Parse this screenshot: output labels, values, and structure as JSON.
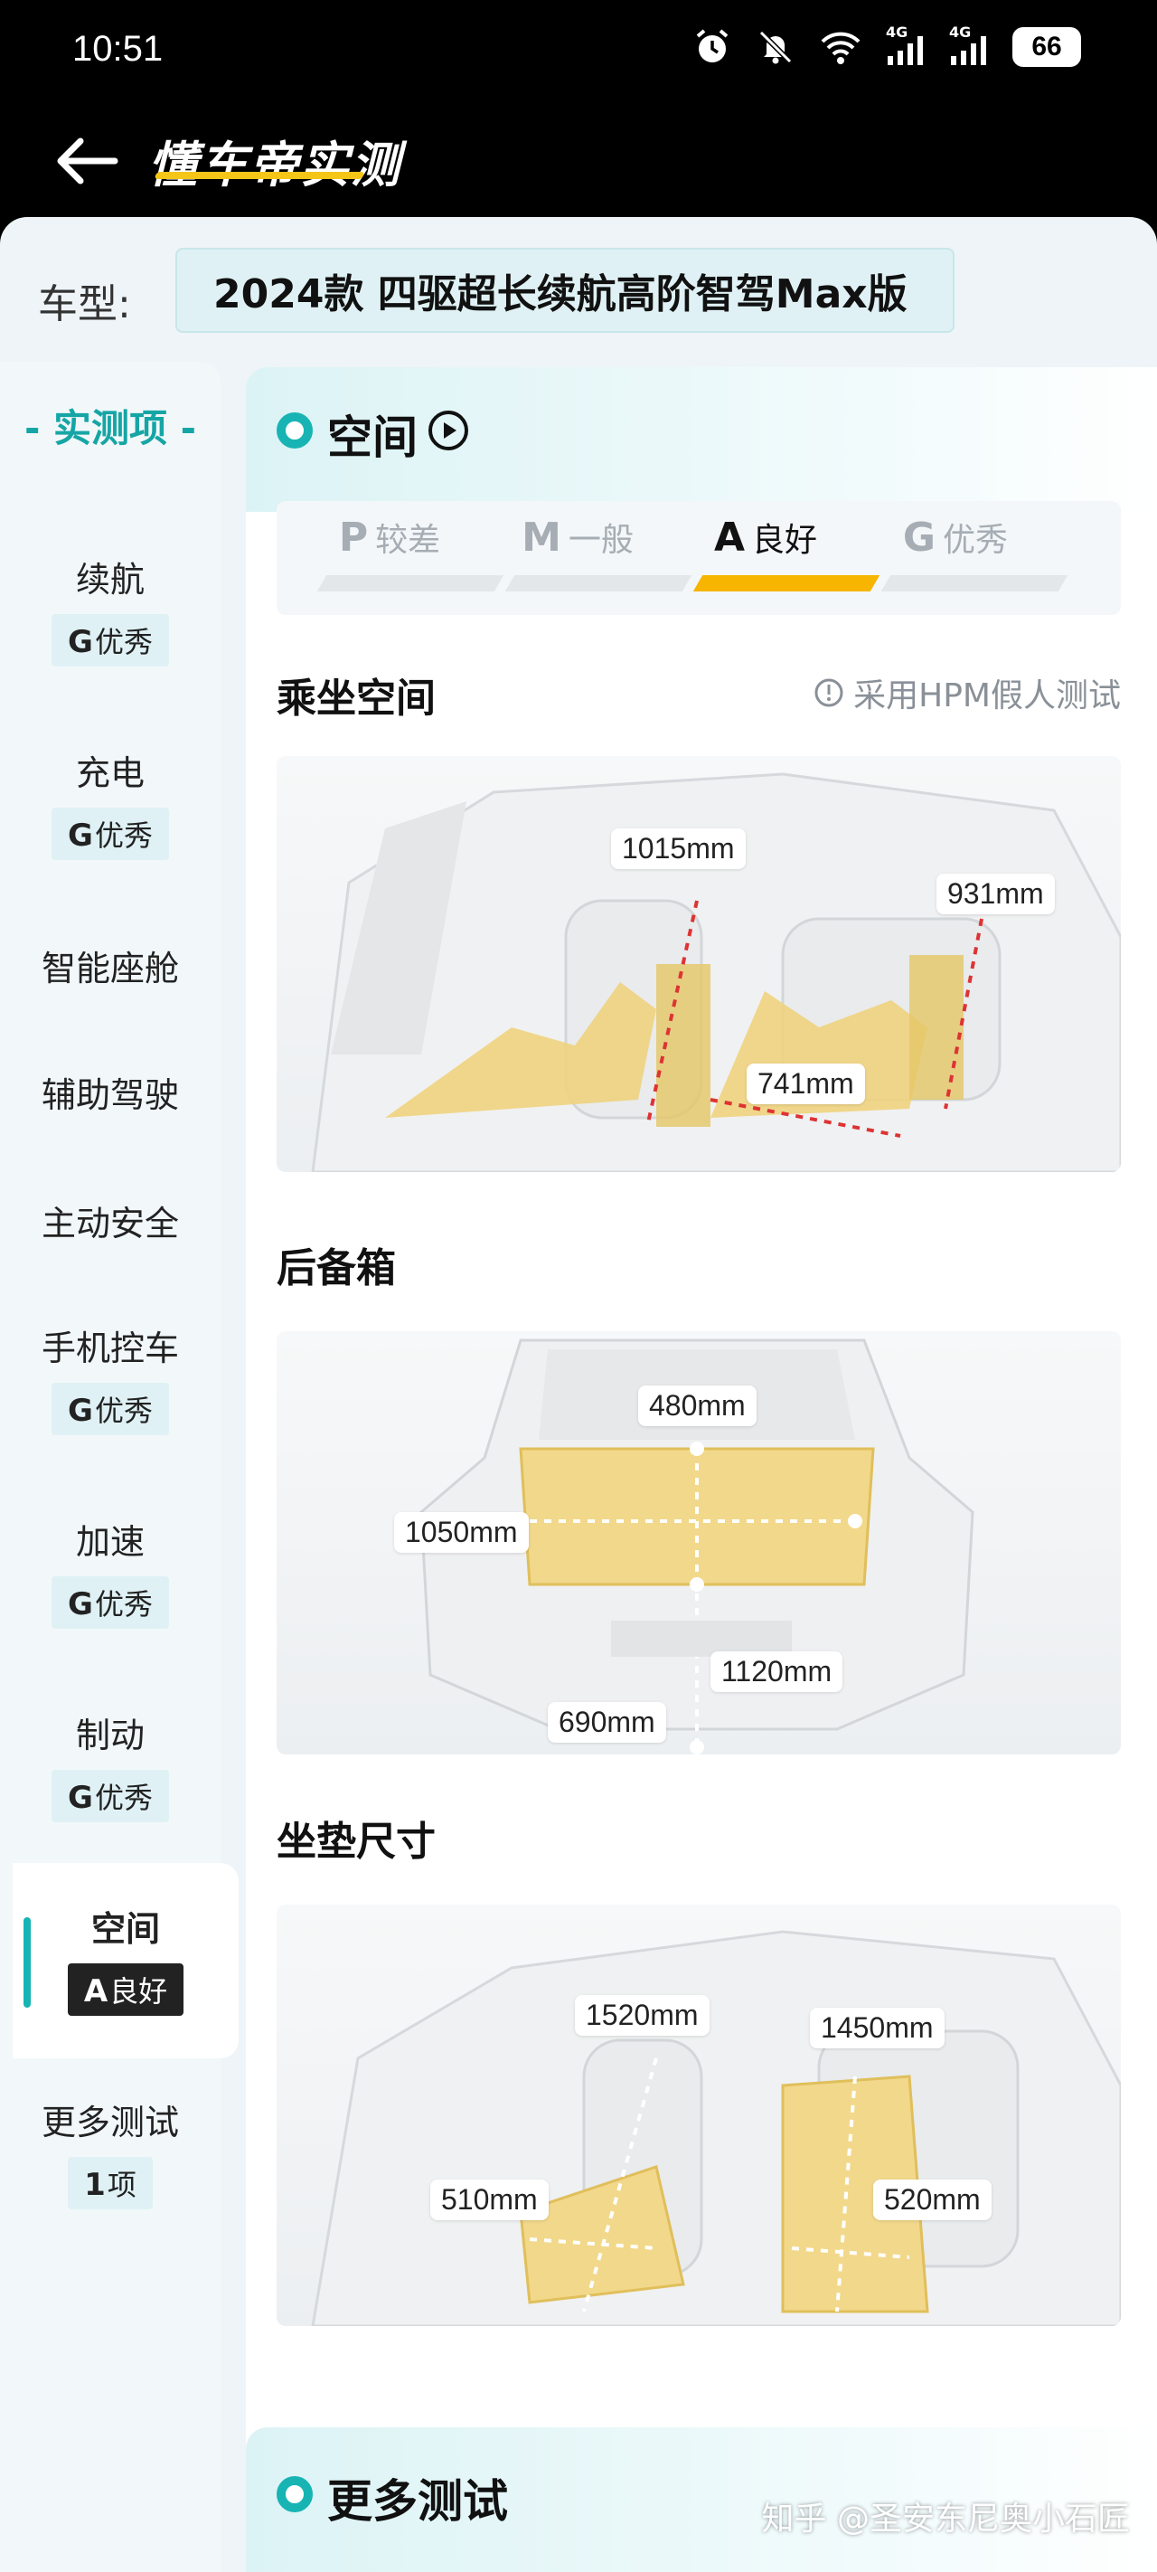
{
  "status": {
    "time": "10:51",
    "network_1": "4G",
    "network_2": "4G",
    "battery": "66"
  },
  "nav": {
    "title": "懂车帝实测"
  },
  "model": {
    "label": "车型:",
    "value": "2024款 四驱超长续航高阶智驾Max版"
  },
  "sidebar": {
    "heading": "- 实测项 -",
    "items": [
      {
        "label": "续航",
        "grade": "G",
        "grade_text": "优秀"
      },
      {
        "label": "充电",
        "grade": "G",
        "grade_text": "优秀"
      },
      {
        "label": "智能座舱"
      },
      {
        "label": "辅助驾驶"
      },
      {
        "label": "主动安全"
      },
      {
        "label": "手机控车",
        "grade": "G",
        "grade_text": "优秀"
      },
      {
        "label": "加速",
        "grade": "G",
        "grade_text": "优秀"
      },
      {
        "label": "制动",
        "grade": "G",
        "grade_text": "优秀"
      },
      {
        "label": "空间",
        "grade": "A",
        "grade_text": "良好",
        "active": true
      },
      {
        "label": "更多测试",
        "grade": "1",
        "grade_text": "项"
      }
    ]
  },
  "space": {
    "title": "空间",
    "ratings": [
      {
        "letter": "P",
        "text": "较差"
      },
      {
        "letter": "M",
        "text": "一般"
      },
      {
        "letter": "A",
        "text": "良好",
        "selected": true
      },
      {
        "letter": "G",
        "text": "优秀"
      }
    ],
    "seating": {
      "title": "乘坐空间",
      "note": "采用HPM假人测试",
      "dims": [
        "1015mm",
        "931mm",
        "741mm"
      ]
    },
    "trunk": {
      "title": "后备箱",
      "dims": [
        "480mm",
        "1050mm",
        "1120mm",
        "690mm"
      ]
    },
    "cushion": {
      "title": "坐垫尺寸",
      "dims": [
        "1520mm",
        "1450mm",
        "510mm",
        "520mm"
      ]
    }
  },
  "more": {
    "title": "更多测试"
  },
  "watermark": "知乎 @圣安东尼奥小石匠",
  "colors": {
    "accent": "#18b4b4",
    "selected_bar": "#f7b500",
    "yellow_fill": "#f3d57a"
  }
}
